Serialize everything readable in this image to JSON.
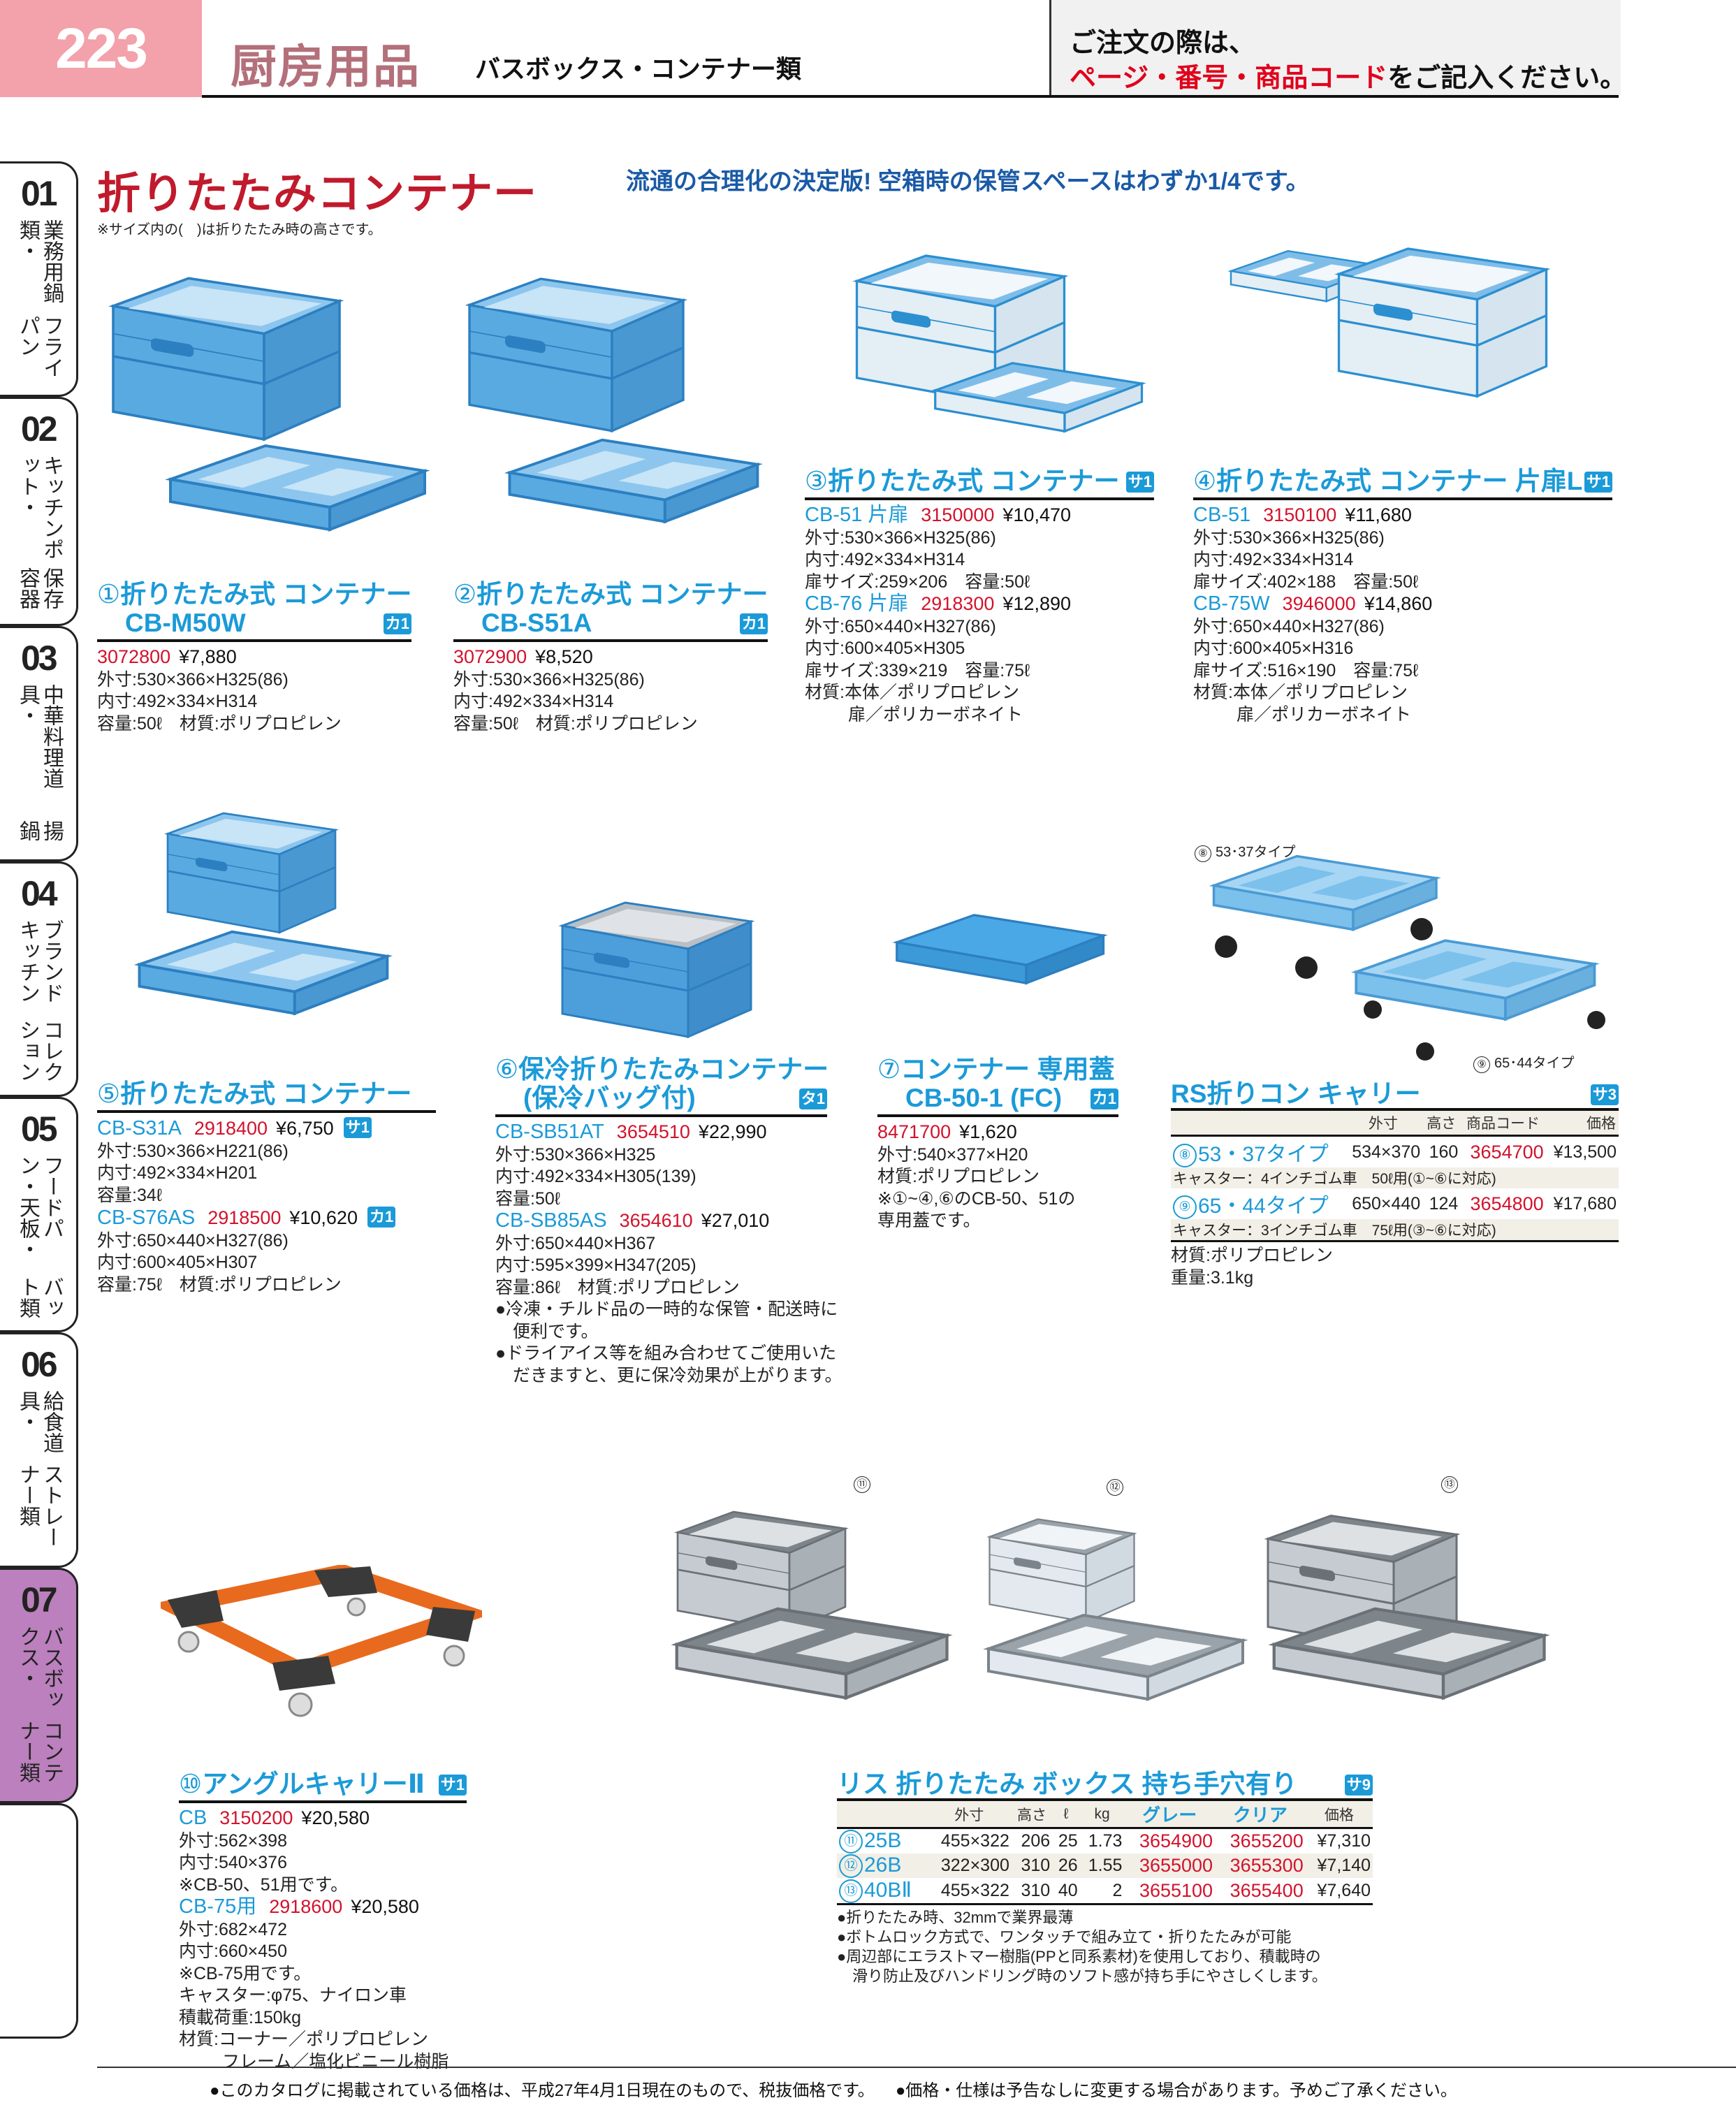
{
  "header": {
    "page_number": "223",
    "category": "厨房用品",
    "subcategory": "バスボックス・コンテナー類",
    "order_note_line1": "ご注文の際は、",
    "order_note_red": "ページ・番号・商品コード",
    "order_note_rest": "をご記入ください。"
  },
  "sidebar": {
    "tabs": [
      {
        "num": "01",
        "lines": [
          "業務用鍋類・",
          "フライパン"
        ]
      },
      {
        "num": "02",
        "lines": [
          "キッチンポット・",
          "保存容器"
        ]
      },
      {
        "num": "03",
        "lines": [
          "中華料理道具・",
          "揚鍋"
        ]
      },
      {
        "num": "04",
        "lines": [
          "ブランドキッチン",
          "コレクション"
        ]
      },
      {
        "num": "05",
        "lines": [
          "フードパン・天板・",
          "バット類"
        ]
      },
      {
        "num": "06",
        "lines": [
          "給食道具・",
          "ストレーナー類"
        ]
      },
      {
        "num": "07",
        "lines": [
          "バスボックス・",
          "コンテナー類"
        ],
        "active": true
      },
      {
        "num": "",
        "lines": [
          "",
          ""
        ]
      }
    ],
    "active_color": "#bb80bd"
  },
  "section": {
    "title": "折りたたみコンテナー",
    "tagline": "流通の合理化の決定版! 空箱時の保管スペースはわずか1/4です。",
    "note": "※サイズ内の(　)は折りたたみ時の高さです。"
  },
  "products": [
    {
      "id": "p1",
      "num": "①",
      "title": [
        "折りたたみ式 コンテナー",
        "CB-M50W"
      ],
      "badge": "カ1",
      "lines": [
        [
          {
            "t": "3072800",
            "s": "c"
          },
          {
            "t": "¥7,880",
            "s": "p"
          }
        ],
        [
          {
            "t": "外寸:530×366×H325(86)",
            "s": "n"
          }
        ],
        [
          {
            "t": "内寸:492×334×H314",
            "s": "n"
          }
        ],
        [
          {
            "t": "容量:50ℓ　材質:ポリプロピレン",
            "s": "n"
          }
        ]
      ]
    },
    {
      "id": "p2",
      "num": "②",
      "title": [
        "折りたたみ式 コンテナー",
        "CB-S51A"
      ],
      "badge": "カ1",
      "lines": [
        [
          {
            "t": "3072900",
            "s": "c"
          },
          {
            "t": "¥8,520",
            "s": "p"
          }
        ],
        [
          {
            "t": "外寸:530×366×H325(86)",
            "s": "n"
          }
        ],
        [
          {
            "t": "内寸:492×334×H314",
            "s": "n"
          }
        ],
        [
          {
            "t": "容量:50ℓ　材質:ポリプロピレン",
            "s": "n"
          }
        ]
      ]
    },
    {
      "id": "p3",
      "num": "③",
      "title": [
        "折りたたみ式 コンテナー"
      ],
      "badge": "サ1",
      "lines": [
        [
          {
            "t": "CB-51 片扉",
            "s": "m"
          },
          {
            "t": "3150000",
            "s": "c"
          },
          {
            "t": "¥10,470",
            "s": "p"
          }
        ],
        [
          {
            "t": "外寸:530×366×H325(86)",
            "s": "n"
          }
        ],
        [
          {
            "t": "内寸:492×334×H314",
            "s": "n"
          }
        ],
        [
          {
            "t": "扉サイズ:259×206　容量:50ℓ",
            "s": "n"
          }
        ],
        [
          {
            "t": "CB-76 片扉",
            "s": "m"
          },
          {
            "t": "2918300",
            "s": "c"
          },
          {
            "t": "¥12,890",
            "s": "p"
          }
        ],
        [
          {
            "t": "外寸:650×440×H327(86)",
            "s": "n"
          }
        ],
        [
          {
            "t": "内寸:600×405×H305",
            "s": "n"
          }
        ],
        [
          {
            "t": "扉サイズ:339×219　容量:75ℓ",
            "s": "n"
          }
        ],
        [
          {
            "t": "材質:本体／ポリプロピレン",
            "s": "n"
          }
        ],
        [
          {
            "t": "扉／ポリカーボネイト",
            "s": "i"
          }
        ]
      ]
    },
    {
      "id": "p4",
      "num": "④",
      "title": [
        "折りたたみ式 コンテナー 片扉L"
      ],
      "badge": "サ1",
      "lines": [
        [
          {
            "t": "CB-51",
            "s": "m"
          },
          {
            "t": "3150100",
            "s": "c"
          },
          {
            "t": "¥11,680",
            "s": "p"
          }
        ],
        [
          {
            "t": "外寸:530×366×H325(86)",
            "s": "n"
          }
        ],
        [
          {
            "t": "内寸:492×334×H314",
            "s": "n"
          }
        ],
        [
          {
            "t": "扉サイズ:402×188　容量:50ℓ",
            "s": "n"
          }
        ],
        [
          {
            "t": "CB-75W",
            "s": "m"
          },
          {
            "t": "3946000",
            "s": "c"
          },
          {
            "t": "¥14,860",
            "s": "p"
          }
        ],
        [
          {
            "t": "外寸:650×440×H327(86)",
            "s": "n"
          }
        ],
        [
          {
            "t": "内寸:600×405×H316",
            "s": "n"
          }
        ],
        [
          {
            "t": "扉サイズ:516×190　容量:75ℓ",
            "s": "n"
          }
        ],
        [
          {
            "t": "材質:本体／ポリプロピレン",
            "s": "n"
          }
        ],
        [
          {
            "t": "扉／ポリカーボネイト",
            "s": "i"
          }
        ]
      ]
    },
    {
      "id": "p5",
      "num": "⑤",
      "title": [
        "折りたたみ式 コンテナー"
      ],
      "badge": "",
      "lines": [
        [
          {
            "t": "CB-S31A",
            "s": "m"
          },
          {
            "t": "2918400",
            "s": "c"
          },
          {
            "t": "¥6,750",
            "s": "p"
          },
          {
            "t": "サ1",
            "s": "b"
          }
        ],
        [
          {
            "t": "外寸:530×366×H221(86)",
            "s": "n"
          }
        ],
        [
          {
            "t": "内寸:492×334×H201",
            "s": "n"
          }
        ],
        [
          {
            "t": "容量:34ℓ",
            "s": "n"
          }
        ],
        [
          {
            "t": "CB-S76AS",
            "s": "m"
          },
          {
            "t": "2918500",
            "s": "c"
          },
          {
            "t": "¥10,620",
            "s": "p"
          },
          {
            "t": "カ1",
            "s": "b"
          }
        ],
        [
          {
            "t": "外寸:650×440×H327(86)",
            "s": "n"
          }
        ],
        [
          {
            "t": "内寸:600×405×H307",
            "s": "n"
          }
        ],
        [
          {
            "t": "容量:75ℓ　材質:ポリプロピレン",
            "s": "n"
          }
        ]
      ]
    },
    {
      "id": "p6",
      "num": "⑥",
      "title": [
        "保冷折りたたみコンテナー",
        "(保冷バッグ付)"
      ],
      "badge": "タ1",
      "lines": [
        [
          {
            "t": "CB-SB51AT",
            "s": "m"
          },
          {
            "t": "3654510",
            "s": "c"
          },
          {
            "t": "¥22,990",
            "s": "p"
          }
        ],
        [
          {
            "t": "外寸:530×366×H325",
            "s": "n"
          }
        ],
        [
          {
            "t": "内寸:492×334×H305(139)",
            "s": "n"
          }
        ],
        [
          {
            "t": "容量:50ℓ",
            "s": "n"
          }
        ],
        [
          {
            "t": "CB-SB85AS",
            "s": "m"
          },
          {
            "t": "3654610",
            "s": "c"
          },
          {
            "t": "¥27,010",
            "s": "p"
          }
        ],
        [
          {
            "t": "外寸:650×440×H367",
            "s": "n"
          }
        ],
        [
          {
            "t": "内寸:595×399×H347(205)",
            "s": "n"
          }
        ],
        [
          {
            "t": "容量:86ℓ　材質:ポリプロピレン",
            "s": "n"
          }
        ],
        [
          {
            "t": "●冷凍・チルド品の一時的な保管・配送時に",
            "s": "n"
          }
        ],
        [
          {
            "t": "　便利です。",
            "s": "n"
          }
        ],
        [
          {
            "t": "●ドライアイス等を組み合わせてご使用いた",
            "s": "n"
          }
        ],
        [
          {
            "t": "　だきますと、更に保冷効果が上がります。",
            "s": "n"
          }
        ]
      ]
    },
    {
      "id": "p7",
      "num": "⑦",
      "title": [
        "コンテナー 専用蓋",
        "CB-50-1 (FC)"
      ],
      "badge": "カ1",
      "lines": [
        [
          {
            "t": "8471700",
            "s": "c"
          },
          {
            "t": "¥1,620",
            "s": "p"
          }
        ],
        [
          {
            "t": "外寸:540×377×H20",
            "s": "n"
          }
        ],
        [
          {
            "t": "材質:ポリプロピレン",
            "s": "n"
          }
        ],
        [
          {
            "t": "※①~④,⑥のCB-50、51の",
            "s": "n"
          }
        ],
        [
          {
            "t": "専用蓋です。",
            "s": "n"
          }
        ]
      ]
    },
    {
      "id": "p10",
      "num": "⑩",
      "title": [
        "アングルキャリーⅡ"
      ],
      "badge": "サ1",
      "lines": [
        [
          {
            "t": "CB",
            "s": "m"
          },
          {
            "t": "3150200",
            "s": "c"
          },
          {
            "t": "¥20,580",
            "s": "p"
          }
        ],
        [
          {
            "t": "外寸:562×398",
            "s": "n"
          }
        ],
        [
          {
            "t": "内寸:540×376",
            "s": "n"
          }
        ],
        [
          {
            "t": "※CB-50、51用です。",
            "s": "n"
          }
        ],
        [
          {
            "t": "CB-75用",
            "s": "m"
          },
          {
            "t": "2918600",
            "s": "c"
          },
          {
            "t": "¥20,580",
            "s": "p"
          }
        ],
        [
          {
            "t": "外寸:682×472",
            "s": "n"
          }
        ],
        [
          {
            "t": "内寸:660×450",
            "s": "n"
          }
        ],
        [
          {
            "t": "※CB-75用です。",
            "s": "n"
          }
        ],
        [
          {
            "t": "キャスター:φ75、ナイロン車",
            "s": "n"
          }
        ],
        [
          {
            "t": "積載荷重:150kg",
            "s": "n"
          }
        ],
        [
          {
            "t": "材質:コーナー／ポリプロピレン",
            "s": "n"
          }
        ],
        [
          {
            "t": "フレーム／塩化ビニール樹脂",
            "s": "i"
          }
        ]
      ]
    }
  ],
  "rs_carrier": {
    "title": "RS折りコン キャリー",
    "badge": "サ3",
    "headers": [
      "",
      "外寸",
      "高さ",
      "商品コード",
      "価格"
    ],
    "rows": [
      {
        "num": "⑧",
        "name": "53・37タイプ",
        "size": "534×370",
        "height": "160",
        "code": "3654700",
        "price": "¥13,500",
        "note": "キャスター：4インチゴム車　50ℓ用(①~⑥に対応)"
      },
      {
        "num": "⑨",
        "name": "65・44タイプ",
        "size": "650×440",
        "height": "124",
        "code": "3654800",
        "price": "¥17,680",
        "note": "キャスター：3インチゴム車　75ℓ用(③~⑥に対応)"
      }
    ],
    "footer": [
      "材質:ポリプロピレン",
      "重量:3.1kg"
    ],
    "image_labels": [
      {
        "num": "⑧",
        "text": "53･37タイプ"
      },
      {
        "num": "⑨",
        "text": "65･44タイプ"
      }
    ]
  },
  "lis_box": {
    "title": "リス 折りたたみ ボックス 持ち手穴有り",
    "badge": "サ9",
    "headers": [
      "",
      "外寸",
      "高さ",
      "ℓ",
      "kg",
      "グレー",
      "クリア",
      "価格"
    ],
    "rows": [
      {
        "num": "⑪",
        "name": "25B",
        "size": "455×322",
        "height": "206",
        "liters": "25",
        "kg": "1.73",
        "gray": "3654900",
        "clear": "3655200",
        "price": "¥7,310"
      },
      {
        "num": "⑫",
        "name": "26B",
        "size": "322×300",
        "height": "310",
        "liters": "26",
        "kg": "1.55",
        "gray": "3655000",
        "clear": "3655300",
        "price": "¥7,140"
      },
      {
        "num": "⑬",
        "name": "40BⅡ",
        "size": "455×322",
        "height": "310",
        "liters": "40",
        "kg": "2",
        "gray": "3655100",
        "clear": "3655400",
        "price": "¥7,640"
      }
    ],
    "bullets": [
      "●折りたたみ時、32mmで業界最薄",
      "●ボトムロック方式で、ワンタッチで組み立て・折りたたみが可能",
      "●周辺部にエラストマー樹脂(PPと同系素材)を使用しており、積載時の",
      "　滑り防止及びハンドリング時のソフト感が持ち手にやさしくします。"
    ],
    "image_labels": [
      "⑪",
      "⑫",
      "⑬"
    ]
  },
  "footer": {
    "notes": [
      "●このカタログに掲載されている価格は、平成27年4月1日現在のもので、税抜価格です。",
      "●価格・仕様は予告なしに変更する場合があります。予めご了承ください。"
    ]
  },
  "colors": {
    "accent_blue": "#1b9ad8",
    "code_red": "#d3122c",
    "header_pink": "#f3a1aa",
    "title_red": "#c01a2c"
  }
}
